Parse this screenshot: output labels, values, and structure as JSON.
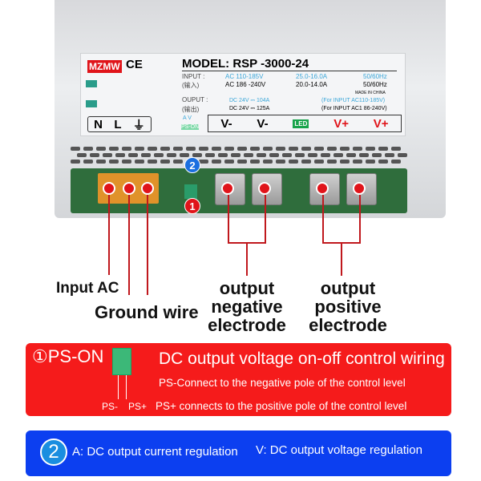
{
  "label": {
    "brand": "MZMW",
    "ce": "CE",
    "model": "MODEL: RSP -3000-24",
    "input_label": "INPUT :",
    "input_label_cn": "(输入)",
    "input_rows": [
      [
        "AC 110-185V",
        "25.0-16.0A",
        "50/60Hz"
      ],
      [
        "AC 186 -240V",
        "20.0-14.0A",
        "50/60Hz"
      ]
    ],
    "made_in": "MADE IN CHINA",
    "output_label": "OUPUT :",
    "output_label_cn": "(输出)",
    "output_rows": [
      [
        "DC 24V ⎓ 104A",
        "(For INPUT AC110-185V)"
      ],
      [
        "DC 24V ⎓ 125A",
        "(For INPUT AC1 86-240V)"
      ]
    ],
    "ac_terminals": [
      "N",
      "L",
      "⏚"
    ],
    "adj": [
      "A",
      "V"
    ],
    "ps_on": "PS-ON",
    "dc_terminals": [
      "V-",
      "V-",
      "LED",
      "V+",
      "V+"
    ],
    "colors": {
      "blue": "#3aa6d8",
      "red": "#e0141a",
      "green": "#17a34a"
    }
  },
  "markers": [
    "2",
    "1"
  ],
  "annotations": {
    "input_ac": "Input AC",
    "ground": "Ground wire",
    "neg": "output negative electrode",
    "pos": "output positive electrode"
  },
  "ps_box": {
    "num": "①",
    "title": "PS-ON",
    "heading": "DC output voltage on-off control wiring",
    "line1": "PS-Connect to the negative pole of the control level",
    "ps_minus": "PS-",
    "ps_plus": "PS+",
    "line2": "PS+ connects to the positive pole of the control level",
    "color": "#f51b1b"
  },
  "adj_box": {
    "num": "2",
    "a": "A: DC output current regulation",
    "v": "V: DC output voltage regulation",
    "color": "#0c3ff0"
  }
}
